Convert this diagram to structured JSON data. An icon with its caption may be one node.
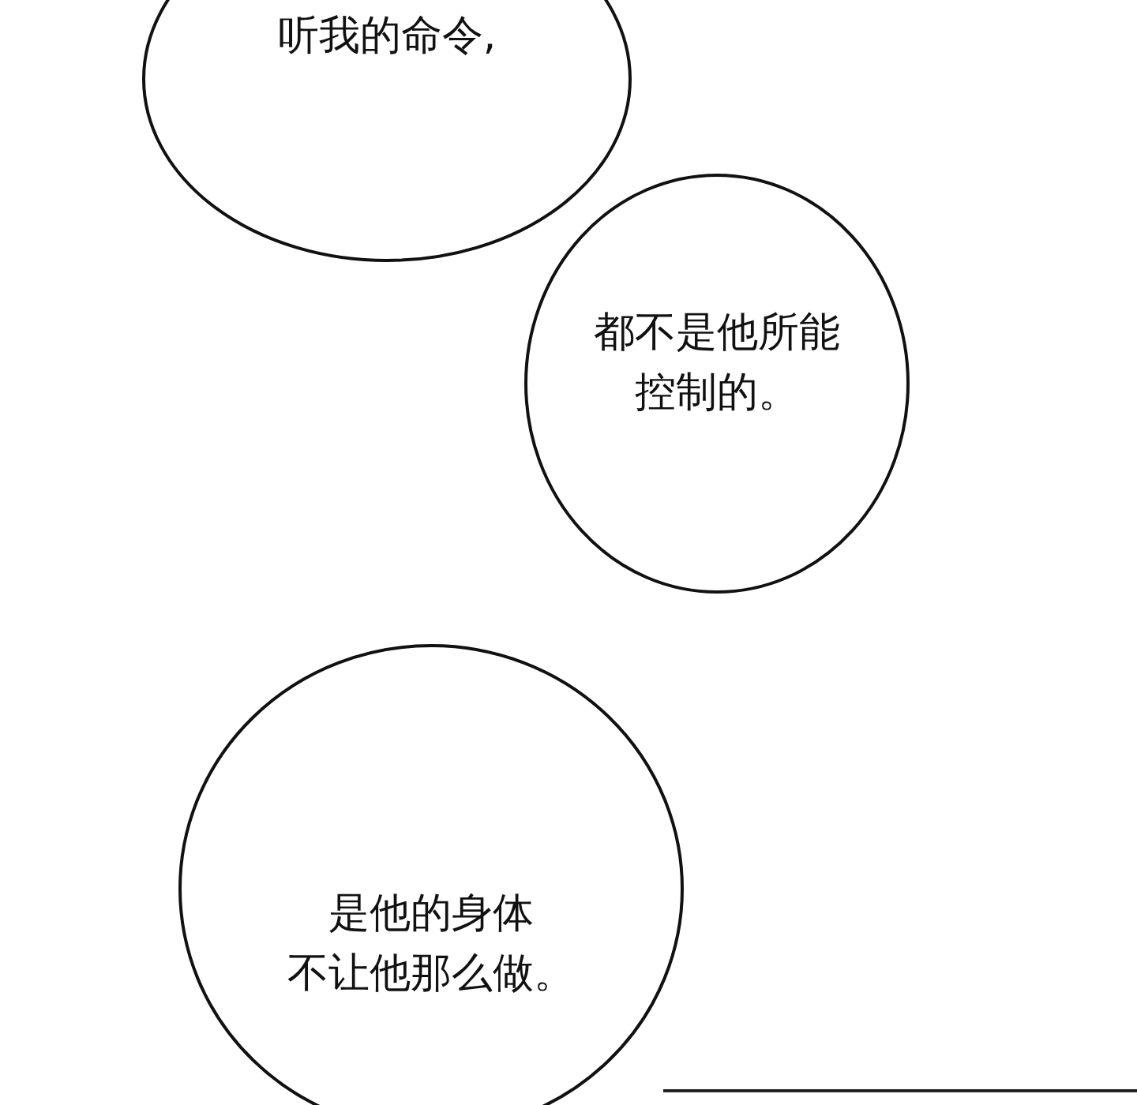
{
  "diagram": {
    "nodes": [
      {
        "text": [
          "听我的命令,"
        ]
      },
      {
        "text": [
          "都不是他所能控制的。"
        ]
      },
      {
        "text": [
          "是他的身体不让他那么做。"
        ]
      }
    ]
  }
}
